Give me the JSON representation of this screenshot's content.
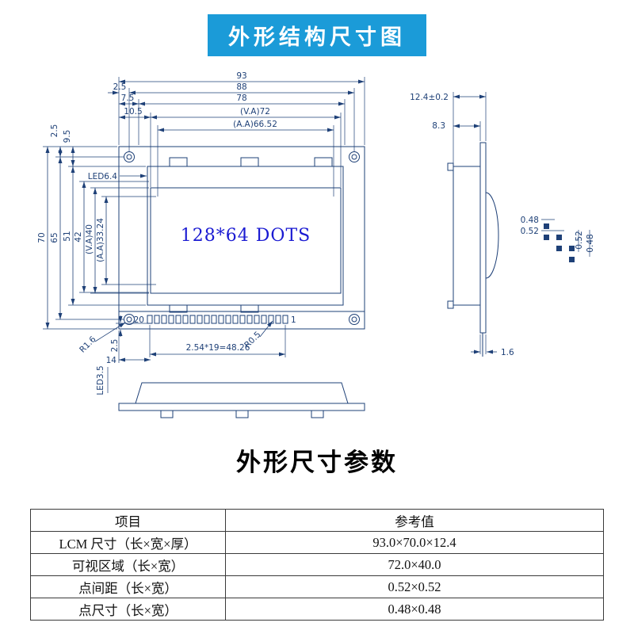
{
  "banner": {
    "title": "外形结构尺寸图"
  },
  "colors": {
    "banner_bg": "#1b9bd8",
    "line": "#1e4077",
    "display_text": "#1a1ad2"
  },
  "drawing": {
    "front": {
      "display_text": "128*64 DOTS",
      "top": {
        "overall": "93",
        "edge_offset": "2.5",
        "hole_span": "88",
        "offset_7_5": "7.5",
        "frame_span": "78",
        "offset_10_5": "10.5",
        "view_area": "(V.A)72",
        "active_area": "(A.A)66.52"
      },
      "left": {
        "edge_offset": "2.5",
        "offset_9_5": "9.5",
        "led_width": "LED6.4",
        "overall": "70",
        "hole_span": "65",
        "frame_height": "51",
        "bezel_height": "42",
        "view_area": "(V.A)40",
        "active_area": "(A.A)33.24"
      },
      "bottom": {
        "hole_radius": "R1.6",
        "pin_offset": "2.5",
        "pin_margin": "14",
        "pin_pitch": "2.54*19=48.26",
        "pin_hole_radius": "R0.5",
        "led_pin": "LED3.5",
        "pin_first": "20",
        "pin_last": "1"
      }
    },
    "side": {
      "thickness": "12.4±0.2",
      "frame_thickness": "8.3",
      "pcb_thickness": "1.6"
    },
    "dot": {
      "dot_width": "0.48",
      "dot_pitch": "0.52",
      "dot_pitch_v": "0.52",
      "dot_height": "0.48"
    }
  },
  "section_title": "外形尺寸参数",
  "table": {
    "headers": [
      "项目",
      "参考值"
    ],
    "rows": [
      {
        "item": "LCM 尺寸（长×宽×厚）",
        "value": "93.0×70.0×12.4"
      },
      {
        "item": "可视区域（长×宽）",
        "value": "72.0×40.0"
      },
      {
        "item": "点间距（长×宽）",
        "value": "0.52×0.52"
      },
      {
        "item": "点尺寸（长×宽）",
        "value": "0.48×0.48"
      }
    ]
  }
}
